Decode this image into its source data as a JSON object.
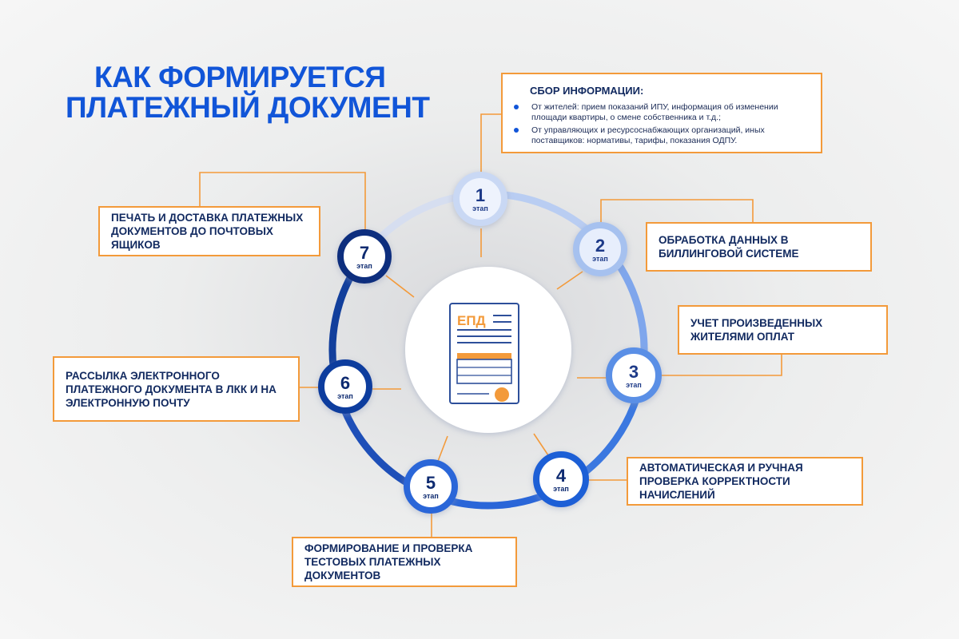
{
  "title": {
    "line1": "КАК ФОРМИРУЕТСЯ",
    "line2": "ПЛАТЕЖНЫЙ ДОКУМЕНТ"
  },
  "center": {
    "doc_label": "ЕПД"
  },
  "stage_word": "этап",
  "stages": [
    {
      "number": "1",
      "text": "СБОР ИНФОРМАЦИИ:"
    },
    {
      "number": "2",
      "text": "ОБРАБОТКА ДАННЫХ В БИЛЛИНГОВОЙ СИСТЕМЕ"
    },
    {
      "number": "3",
      "text": "УЧЕТ ПРОИЗВЕДЕННЫХ ЖИТЕЛЯМИ ОПЛАТ"
    },
    {
      "number": "4",
      "text": "АВТОМАТИЧЕСКАЯ И РУЧНАЯ ПРОВЕРКА КОРРЕКТНОСТИ НАЧИСЛЕНИЙ"
    },
    {
      "number": "5",
      "text": "ФОРМИРОВАНИЕ И ПРОВЕРКА ТЕСТОВЫХ ПЛАТЕЖНЫХ ДОКУМЕНТОВ"
    },
    {
      "number": "6",
      "text": "РАССЫЛКА ЭЛЕКТРОННОГО ПЛАТЕЖНОГО ДОКУМЕНТА В ЛКК И НА ЭЛЕКТРОННУЮ ПОЧТУ"
    },
    {
      "number": "7",
      "text": "ПЕЧАТЬ И ДОСТАВКА ПЛАТЕЖНЫХ ДОКУМЕНТОВ ДО ПОЧТОВЫХ ЯЩИКОВ"
    }
  ],
  "stage1_bullets": [
    "От жителей: прием показаний ИПУ, информация об изменении площади квартиры, о смене собственника и т.д.;",
    "От управляющих и ресурсоснабжающих организаций, иных поставщиков: нормативы,  тарифы, показания ОДПУ."
  ],
  "colors": {
    "title": "#1155d8",
    "accent_orange": "#f39a3a",
    "ring_light": "#c9d8f4",
    "ring_mid": "#3b78e0",
    "ring_dark": "#0d2f7e",
    "box_text": "#122a60"
  }
}
